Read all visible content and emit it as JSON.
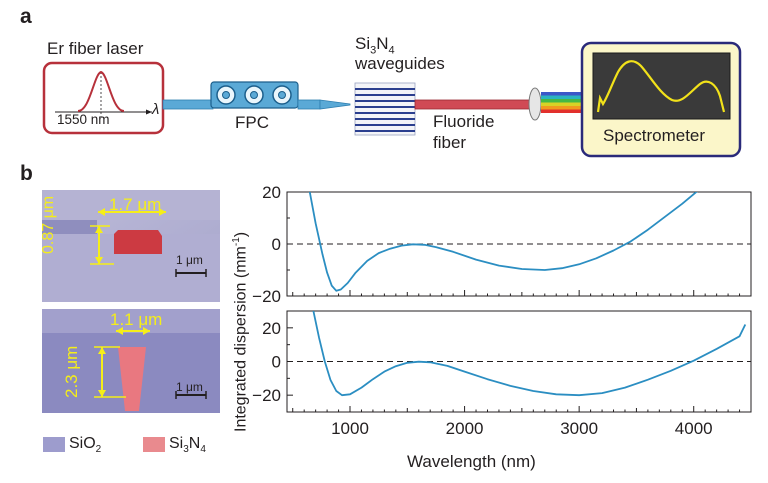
{
  "panel_a": {
    "label": "a",
    "laser_label": "Er fiber laser",
    "laser_wavelength": "1550 nm",
    "lambda_symbol": "λ",
    "fpc_label": "FPC",
    "waveguides_label_line1_pre": "Si",
    "waveguides_label_sub1": "3",
    "waveguides_label_mid": "N",
    "waveguides_label_sub2": "4",
    "waveguides_label_line2": "waveguides",
    "fiber_label_line1": "Fluoride",
    "fiber_label_line2": "fiber",
    "spectrometer_label": "Spectrometer",
    "colors": {
      "laser_box": "#b7313b",
      "fpc_blue": "#5aa9d6",
      "waveguide_lines": "#2b3f8f",
      "fluoride_fiber": "#d04a55",
      "spectrometer_border": "#2a2a7a",
      "spectrometer_fill": "#fbf6c9",
      "spectrum_line": "#f2e21a"
    }
  },
  "panel_b": {
    "label": "b",
    "sem_top": {
      "width_label": "1.7 μm",
      "height_label": "0.87 μm",
      "scale_label": "1 μm"
    },
    "sem_bottom": {
      "width_label": "1.1 μm",
      "height_label": "2.3 μm",
      "scale_label": "1 μm"
    },
    "legend": [
      {
        "name": "SiO",
        "sub": "2",
        "color": "#9d9ccd"
      },
      {
        "name": "Si",
        "sub": "3",
        "name2": "N",
        "sub2": "4",
        "color": "#e98a8e"
      }
    ]
  },
  "chart_data": {
    "type": "line",
    "xlabel": "Wavelength (nm)",
    "ylabel": "Integrated dispersion (mm",
    "ylabel_sup": "-1",
    "ylabel_end": ")",
    "xlim": [
      450,
      4500
    ],
    "xticks": [
      1000,
      2000,
      3000,
      4000
    ],
    "line_color": "#2b8ec2",
    "subplots": [
      {
        "ylim": [
          -20,
          20
        ],
        "yticks": [
          -20,
          0,
          20
        ],
        "reference_line": 0,
        "x": [
          640,
          700,
          760,
          800,
          840,
          880,
          920,
          980,
          1050,
          1150,
          1250,
          1350,
          1450,
          1550,
          1650,
          1750,
          1900,
          2100,
          2300,
          2500,
          2700,
          2850,
          3000,
          3150,
          3300,
          3450,
          3600,
          3750,
          3900,
          4050
        ],
        "y": [
          22,
          8,
          -4,
          -11,
          -16,
          -18,
          -17.5,
          -15,
          -11,
          -6.5,
          -3.5,
          -1.8,
          -0.6,
          -0.1,
          -0.3,
          -1.2,
          -3,
          -6,
          -8.3,
          -9.6,
          -10,
          -9.3,
          -7.8,
          -5.5,
          -2.5,
          1,
          5.5,
          10.5,
          15.5,
          21
        ]
      },
      {
        "ylim": [
          -30,
          30
        ],
        "yticks": [
          -20,
          0,
          20
        ],
        "reference_line": 0,
        "x": [
          680,
          730,
          780,
          830,
          880,
          930,
          1000,
          1100,
          1200,
          1300,
          1400,
          1500,
          1600,
          1700,
          1850,
          2000,
          2200,
          2400,
          2600,
          2800,
          3000,
          3200,
          3400,
          3600,
          3800,
          4000,
          4200,
          4400,
          4450
        ],
        "y": [
          30,
          14,
          0,
          -11,
          -17.5,
          -20,
          -19.5,
          -15.5,
          -10.5,
          -6,
          -2.8,
          -0.8,
          -0.1,
          -0.5,
          -2.6,
          -6,
          -10.5,
          -14.5,
          -17.5,
          -19.5,
          -20,
          -18.8,
          -15.5,
          -10.8,
          -5.5,
          0.5,
          7.5,
          15,
          22
        ]
      }
    ]
  }
}
